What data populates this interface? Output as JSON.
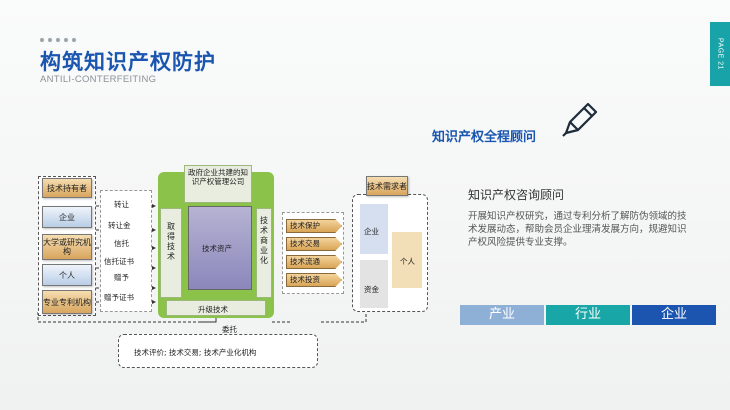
{
  "header": {
    "title": "构筑知识产权防护",
    "subtitle": "ANTILI-CONTERFEITING",
    "page_label": "PAGE 21"
  },
  "right": {
    "consult_title": "知识产权全程顾问",
    "service_title": "知识产权咨询顾问",
    "service_desc": "开展知识产权研究，通过专利分析了解防伪领域的技术发展动态，帮助会员企业理清发展方向，规避知识产权风险提供专业支撑。",
    "tags": [
      "产业",
      "行业",
      "企业"
    ]
  },
  "diagram": {
    "left_items": [
      "技术持有者",
      "企业",
      "大学或研究机构",
      "个人",
      "专业专利机构"
    ],
    "channels": [
      "转让",
      "转让金",
      "信托",
      "信托证书",
      "赠予",
      "赠予证书"
    ],
    "gov_label": "政府企业共建的知识产权管理公司",
    "acquire_label": "取得技术",
    "asset_label": "技术资产",
    "commercial_label": "技术商业化",
    "upgrade_label": "升级技术",
    "delegate_label": "委托",
    "services": [
      "技术保护",
      "技术交易",
      "技术流通",
      "技术投资"
    ],
    "demand_label": "技术需求者",
    "demand_items": [
      "企业",
      "个人",
      "资金"
    ],
    "bottom_label": "技术评价; 技术交易; 技术产业化机构"
  },
  "colors": {
    "brand_blue": "#1a56b0",
    "teal": "#17a3a7",
    "light_blue": "#8fb0d6",
    "green": "#8bc34a"
  }
}
